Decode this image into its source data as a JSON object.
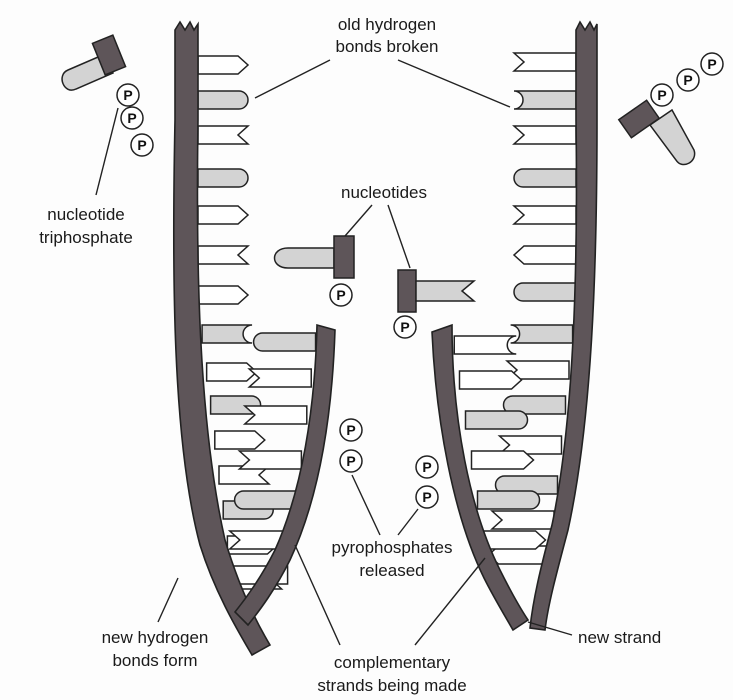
{
  "labels": {
    "old_bonds": [
      "old hydrogen",
      "bonds broken"
    ],
    "nucleotide_triphosphate": [
      "nucleotide",
      "triphosphate"
    ],
    "nucleotides": "nucleotides",
    "pyrophosphates": [
      "pyrophosphates",
      "released"
    ],
    "new_bonds": [
      "new hydrogen",
      "bonds form"
    ],
    "complementary": [
      "complementary",
      "strands being made"
    ],
    "new_strand": "new strand"
  },
  "phosphate_symbol": "P"
}
